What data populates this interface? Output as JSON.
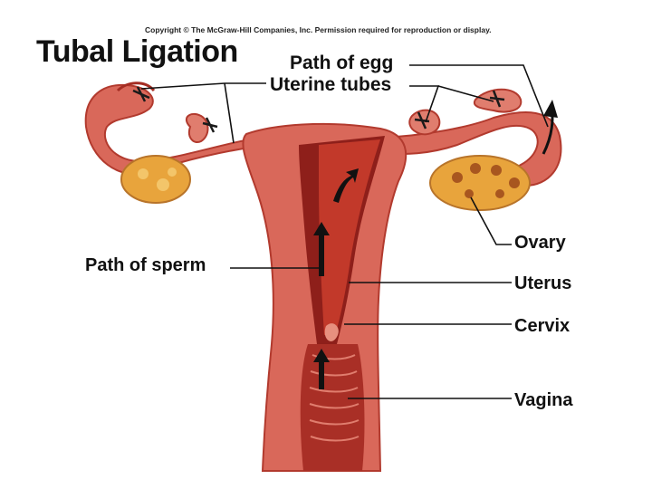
{
  "copyright": "Copyright © The McGraw-Hill Companies, Inc. Permission required for reproduction or display.",
  "title": "Tubal Ligation",
  "labels": {
    "path_of_egg": "Path of egg",
    "uterine_tubes": "Uterine tubes",
    "path_of_sperm": "Path of sperm",
    "ovary": "Ovary",
    "uterus": "Uterus",
    "cervix": "Cervix",
    "vagina": "Vagina"
  },
  "colors": {
    "tissue": "#d9685a",
    "tissue_dark": "#b23a2e",
    "cavity": "#8e1f1a",
    "ovary": "#e8a43c",
    "leader": "#111111"
  }
}
